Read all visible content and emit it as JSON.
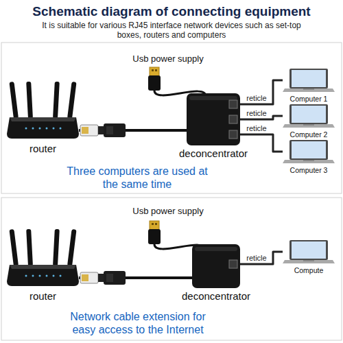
{
  "diagram": {
    "title": "Schematic diagram of connecting equipment",
    "nodes": [
      {
        "text": [
          "router"
        ]
      },
      {
        "text": [
          "deconcentrator"
        ]
      },
      {
        "text": [
          "Computer 1"
        ]
      },
      {
        "text": [
          "Computer 2"
        ]
      },
      {
        "text": [
          "Computer 3"
        ]
      },
      {
        "text": [
          "router"
        ]
      },
      {
        "text": [
          "deconcentrator"
        ]
      },
      {
        "text": [
          "Compute"
        ]
      }
    ],
    "edges": [
      {
        "from": 0,
        "to": 1,
        "arrow": "none"
      },
      {
        "from": 1,
        "to": 2,
        "label": "reticle",
        "arrow": "none"
      },
      {
        "from": 1,
        "to": 3,
        "label": "reticle",
        "arrow": "none"
      },
      {
        "from": 1,
        "to": 4,
        "label": "reticle",
        "arrow": "none"
      },
      {
        "from": 5,
        "to": 6,
        "arrow": "none"
      },
      {
        "from": 6,
        "to": 7,
        "label": "reticle",
        "arrow": "none"
      }
    ],
    "labels": [
      "It is suitable for various RJ45 interface network devices such as set-top boxes, routers and computers",
      "Usb power supply",
      "Three computers are used at the same time",
      "Usb power supply",
      "Network cable extension for easy access to the Internet"
    ]
  }
}
